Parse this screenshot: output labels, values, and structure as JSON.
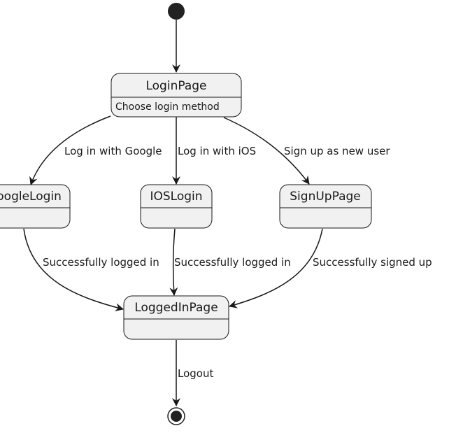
{
  "colors": {
    "state_fill": "#f1f1f1",
    "state_stroke": "#181818",
    "edge": "#181818",
    "text": "#1a1a1a"
  },
  "states": {
    "login_page": {
      "title": "LoginPage",
      "description": "Choose login method"
    },
    "google_login": {
      "title": "GoogleLogin"
    },
    "ios_login": {
      "title": "IOSLogin"
    },
    "signup_page": {
      "title": "SignUpPage"
    },
    "logged_in_page": {
      "title": "LoggedInPage"
    }
  },
  "transitions": {
    "google": "Log in with Google",
    "ios": "Log in with iOS",
    "signup": "Sign up as new user",
    "google_success": "Successfully logged in",
    "ios_success": "Successfully logged in",
    "signup_success": "Successfully signed up",
    "logout": "Logout"
  }
}
